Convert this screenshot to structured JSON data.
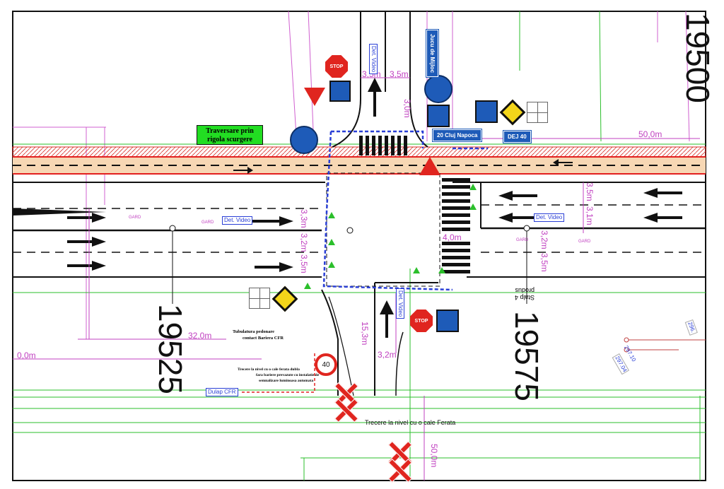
{
  "labels": {
    "drain_crossing": "Traversare prin",
    "drain_crossing_2": "rigola scurgere",
    "lane_35a": "3,5m",
    "lane_35b": "3,5m",
    "lane_30": "3,0m",
    "video_top": "Det. Video",
    "video_left": "Det. Video",
    "video_right": "Det. Video",
    "video_bottom": "Det. Video",
    "dist_50a": "50,0m",
    "dist_50b": "50,0m",
    "dist_32": "32,0m",
    "dist_00": "0,0m",
    "dist_153": "15,3m",
    "dist_32b": "3,2m",
    "dist_4": "4,0m",
    "w_33": "3,3m",
    "w_32": "3,2m",
    "w_35": "3,5m",
    "w_35r": "3,5m",
    "w_31r": "3,1m",
    "w_32r": "3,2m",
    "w_35r2": "3,5m",
    "sign_jucu": "Jucu de Mijloc",
    "sign_cluj": "20 Cluj Napoca",
    "sign_dej": "DEJ 40",
    "chainage_left": "19525",
    "chainage_right": "19575",
    "chainage_top": "19500",
    "gard": "GARD",
    "tubulatura_1": "Tubulatura pedonare",
    "tubulatura_2": "contact Bariera CFR",
    "rail_note_1": "Trecere la nivel cu o cale ferata dubla",
    "rail_note_2": "fara bariere prevazute cu instalatie de",
    "rail_note_3": "semnalizare luminoasa automata",
    "dulap": "Dulap CFR",
    "rail_crossing": "Trecere la nivel cu o cale Ferata",
    "stalp": "Stalp 4",
    "stalp_2": "produs",
    "elev_1": "296.",
    "elev_2": "297.10",
    "elev_3": "297.04",
    "stop_text": "STOP",
    "speed": "40"
  },
  "colors": {
    "road_border": "#e32020",
    "magenta": "#c040c0",
    "green": "#2bbf2b",
    "blue_dash": "#2a3fd6",
    "sign_blue": "#1e5bb8",
    "stop_red": "#e0251f",
    "label_green": "#22dd22"
  }
}
